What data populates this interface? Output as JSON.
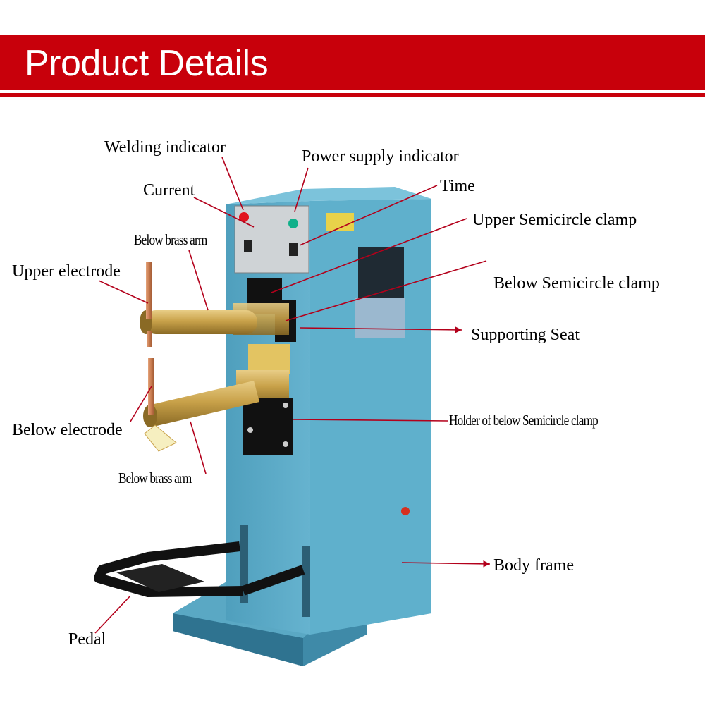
{
  "header": {
    "title": "Product Details"
  },
  "labels": {
    "welding_indicator": "Welding indicator",
    "power_supply_indicator": "Power supply indicator",
    "current": "Current",
    "time": "Time",
    "upper_semicircle_clamp": "Upper Semicircle clamp",
    "below_brass_arm_top": "Below brass arm",
    "upper_electrode": "Upper electrode",
    "below_semicircle_clamp": "Below Semicircle clamp",
    "supporting_seat": "Supporting Seat",
    "below_electrode": "Below electrode",
    "holder_below_clamp": "Holder of below Semicircle clamp",
    "below_brass_arm_bottom": "Below brass arm",
    "body_frame": "Body frame",
    "pedal": "Pedal"
  },
  "colors": {
    "banner": "#c8000b",
    "machine_body": "#5aa8c4",
    "machine_side": "#3f8aa8",
    "brass": "#c9a24a",
    "leader_line": "#b3001b"
  }
}
